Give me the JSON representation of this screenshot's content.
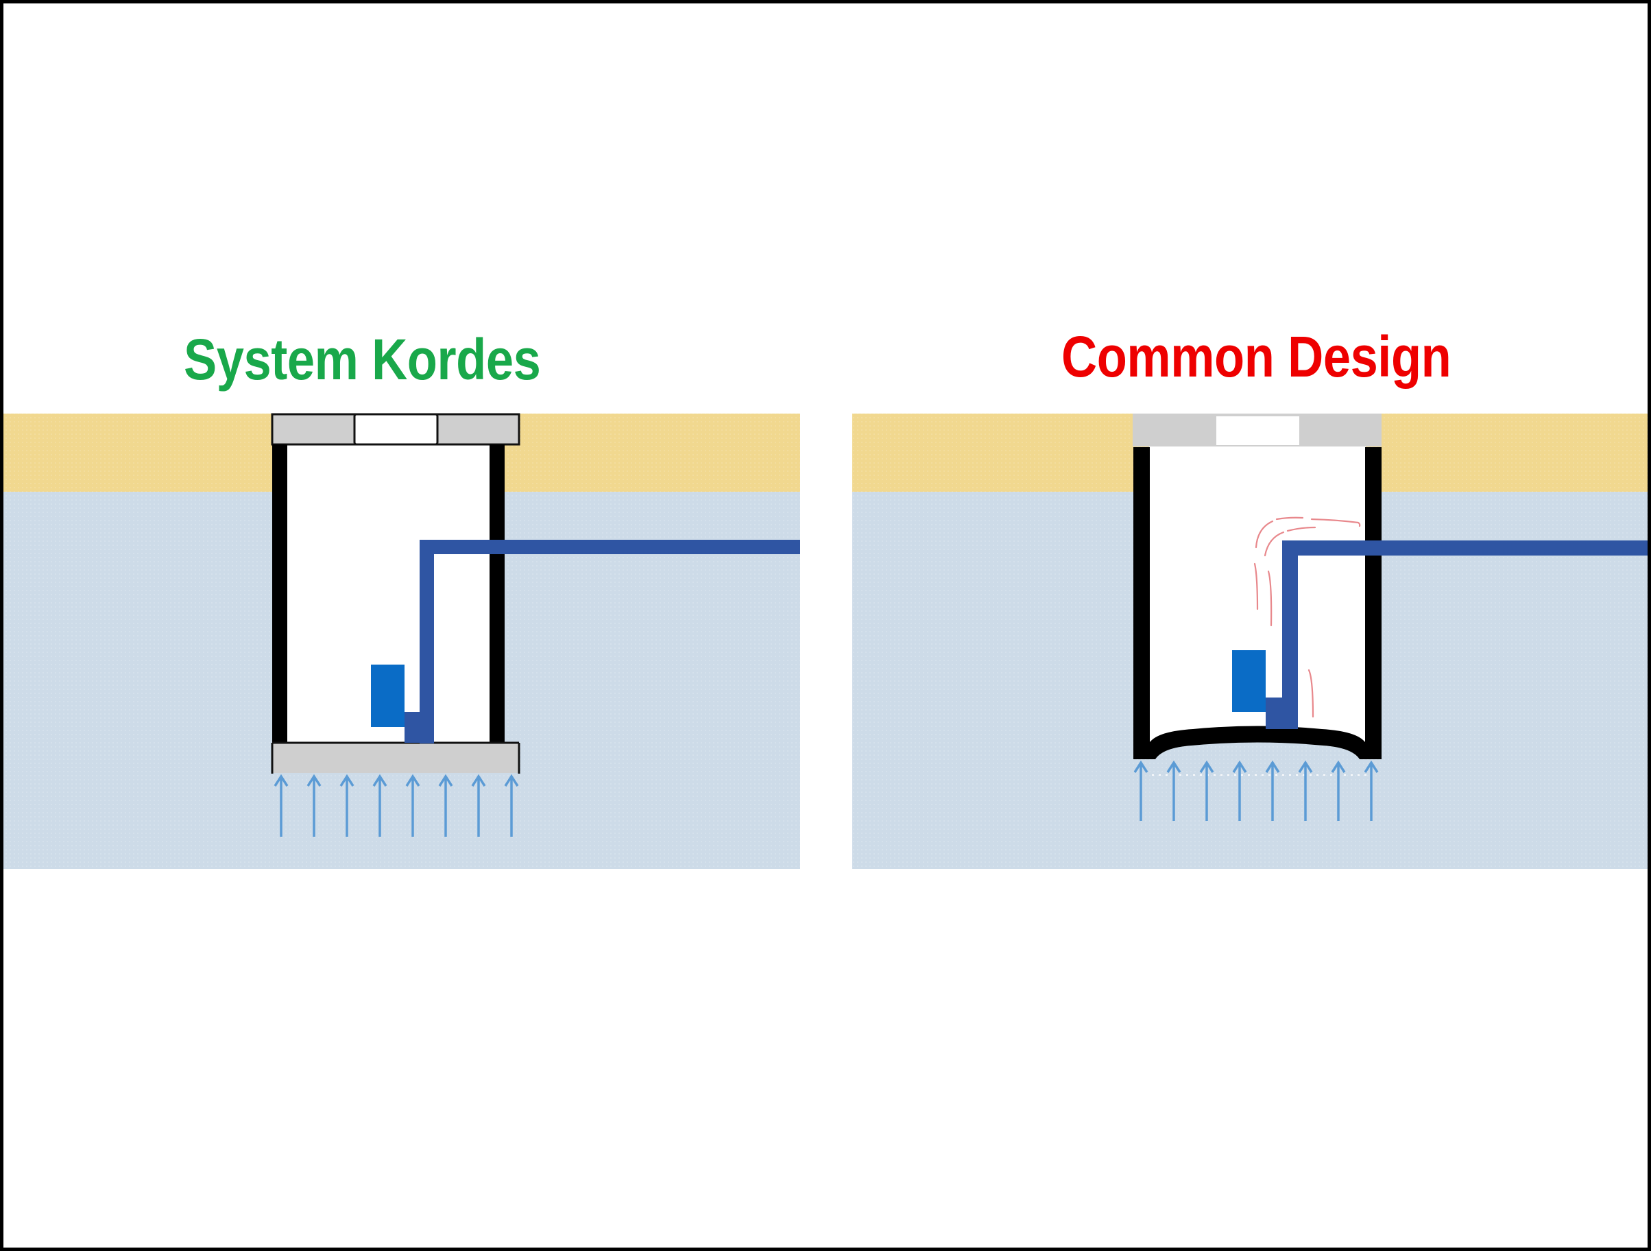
{
  "diagram": {
    "panels": [
      {
        "id": "system-kordes",
        "title": "System Kordes",
        "title_color": "#19a84a",
        "base_type": "flat",
        "shows_pump_movement": false,
        "uplift_arrow_count": 8
      },
      {
        "id": "common-design",
        "title": "Common Design",
        "title_color": "#ee0000",
        "base_type": "curved",
        "shows_pump_movement": true,
        "uplift_arrow_count": 8
      }
    ],
    "colors": {
      "sand": "#f1d88f",
      "groundwater": "#cddbe8",
      "concrete": "#cfcfcf",
      "wall": "#000000",
      "pump": "#0a6cc6",
      "pipe": "#2f55a3",
      "uplift_arrow": "#5b9bd5",
      "movement_lines": "#e8888c"
    }
  }
}
